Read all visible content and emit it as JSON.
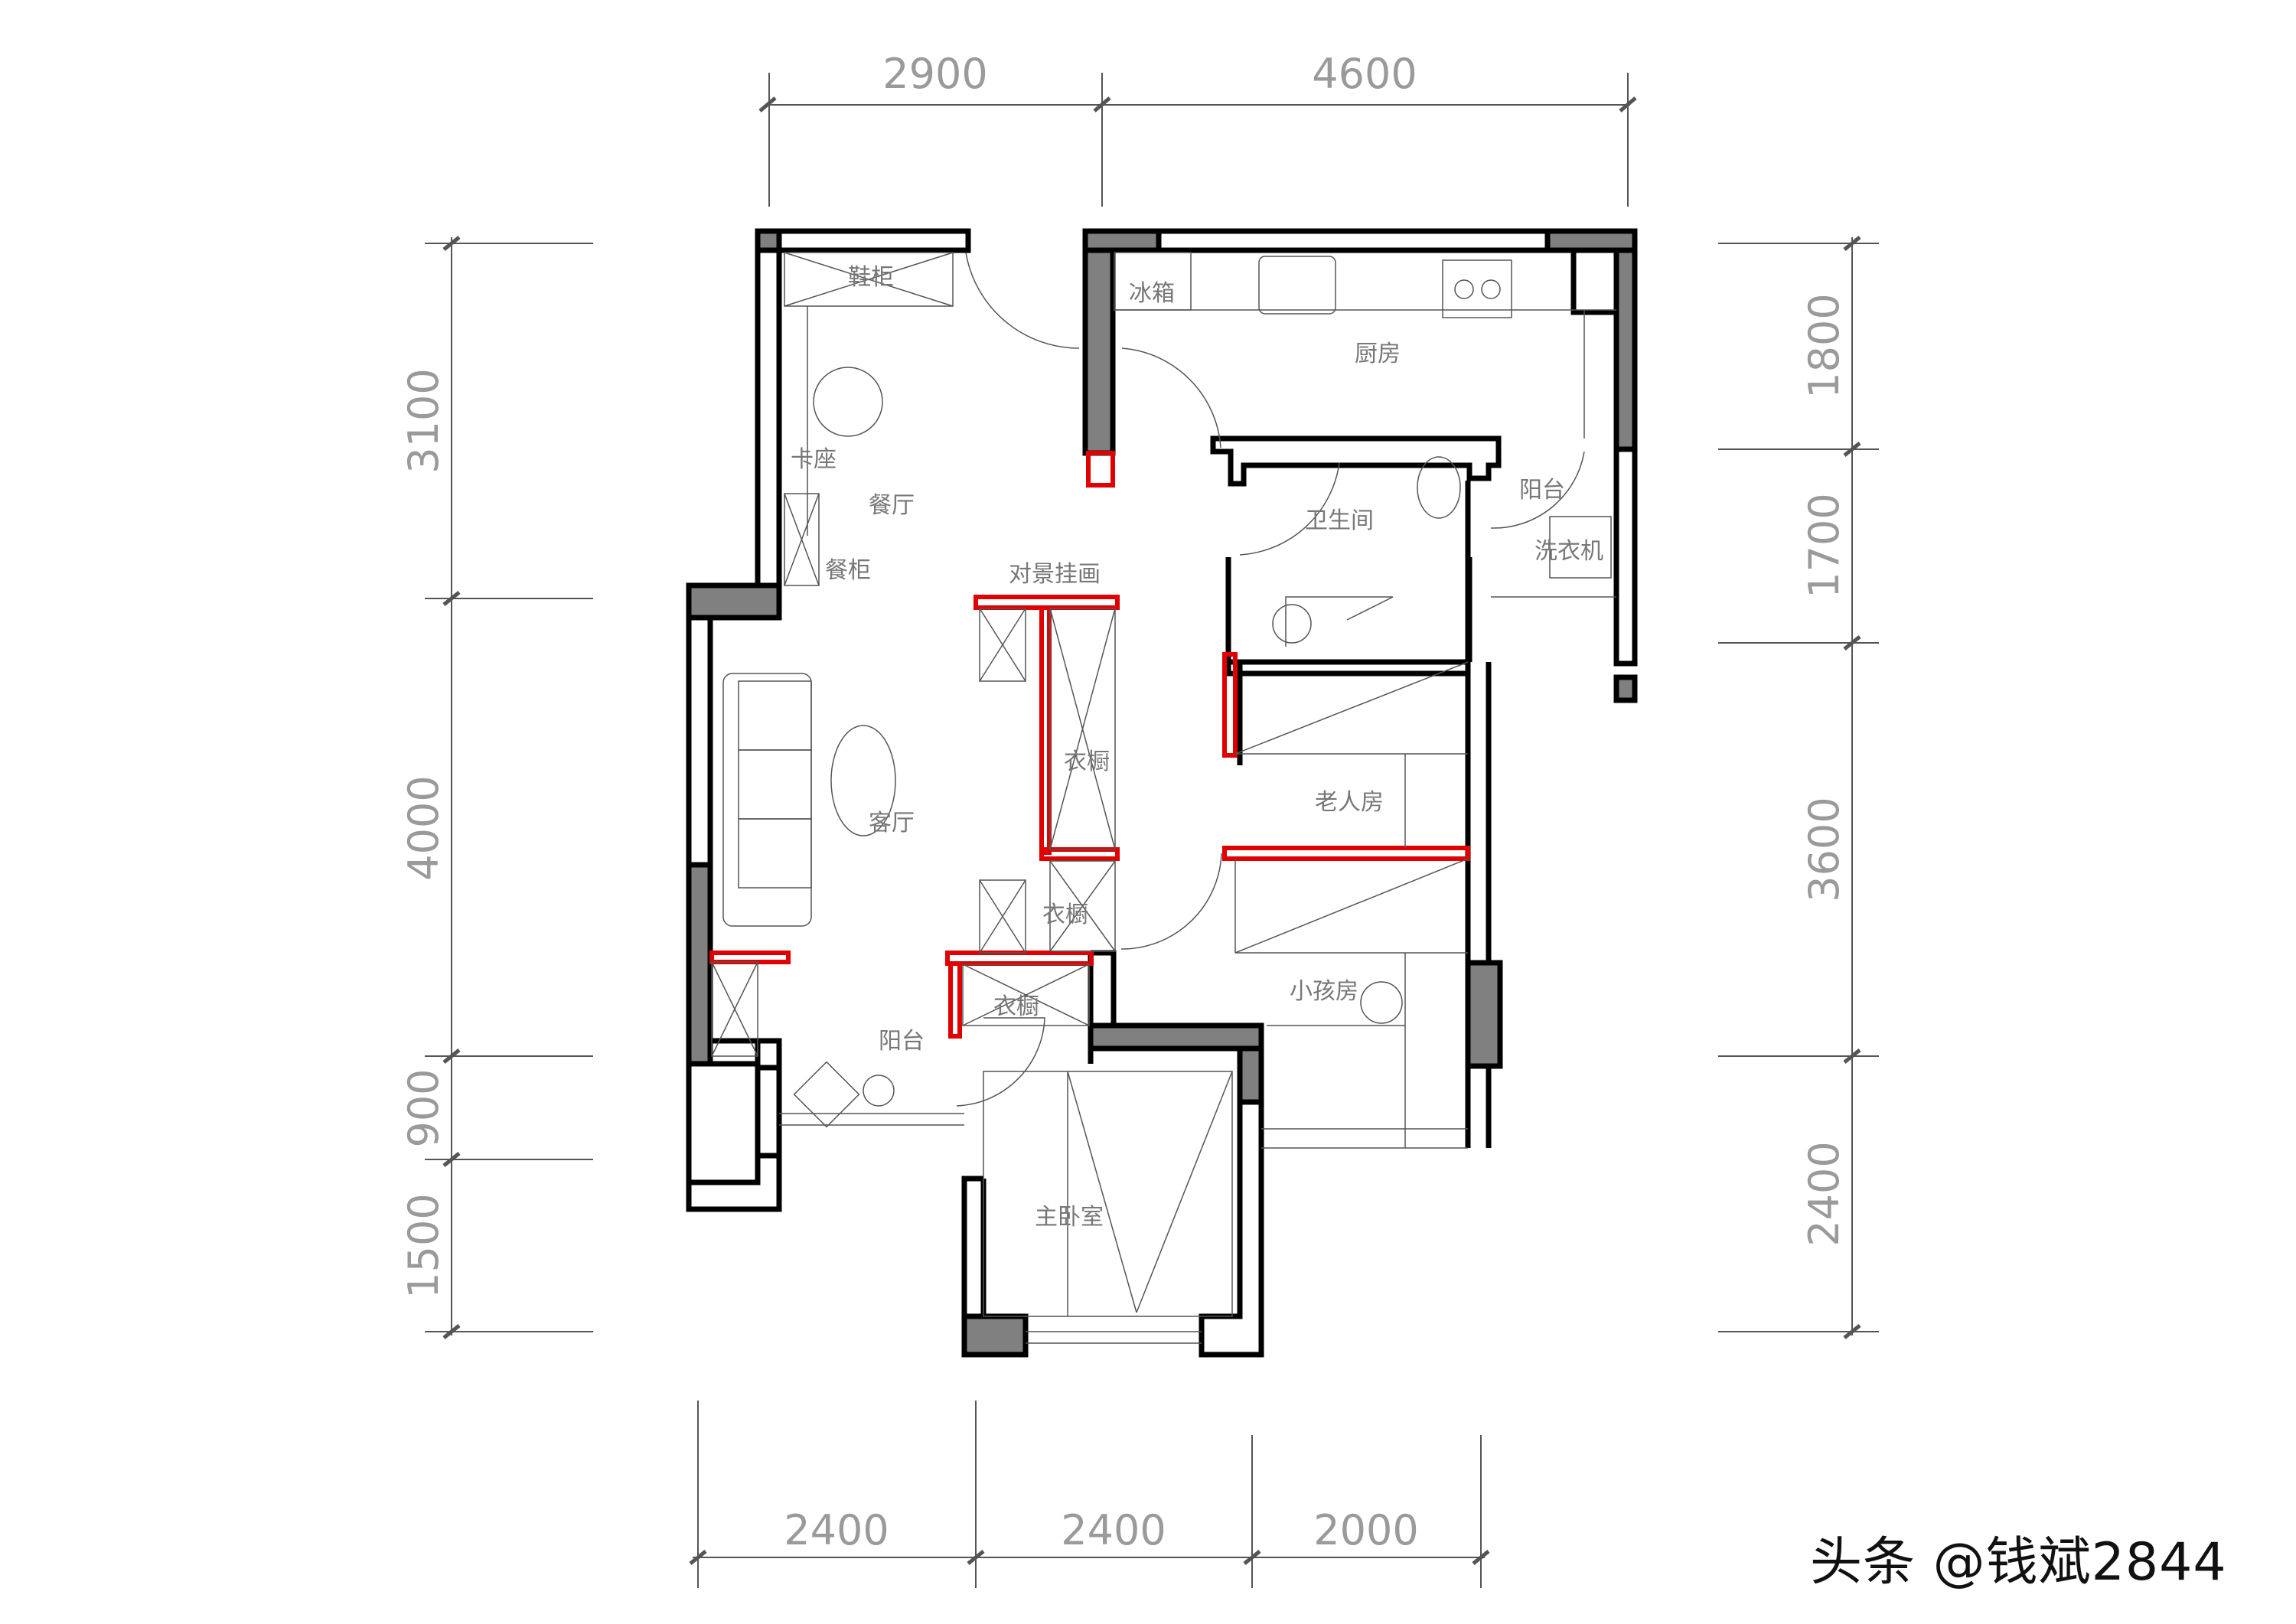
{
  "title": "Apartment floor plan",
  "colors": {
    "wall": "#000000",
    "column": "#808080",
    "new_wall": "#e00000",
    "line": "#555555",
    "dim": "#9a9a9a"
  },
  "dimensions": {
    "top": [
      "2900",
      "4600"
    ],
    "bottom": [
      "2400",
      "2400",
      "2000"
    ],
    "left": [
      "3100",
      "4000",
      "900",
      "1500"
    ],
    "right": [
      "1800",
      "1700",
      "3600",
      "2400"
    ],
    "unit": "mm"
  },
  "rooms": {
    "shoe_cabinet": "鞋柜",
    "fridge": "冰箱",
    "kitchen": "厨房",
    "booth_seat": "卡座",
    "dining_room": "餐厅",
    "sideboard": "餐柜",
    "feature_painting": "对景挂画",
    "bathroom": "卫生间",
    "utility_balcony": "阳台",
    "washing_machine": "洗衣机",
    "wardrobe_1": "衣橱",
    "elderly_room": "老人房",
    "living_room": "客厅",
    "wardrobe_2": "衣橱",
    "wardrobe_3": "衣橱",
    "kids_room": "小孩房",
    "balcony": "阳台",
    "master_bedroom": "主卧室"
  },
  "watermark": "头条 @钱斌2844"
}
